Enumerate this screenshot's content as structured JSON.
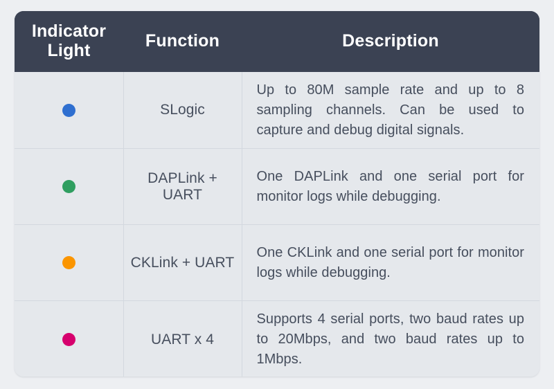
{
  "table": {
    "columns": [
      {
        "key": "indicator_light",
        "label": "Indicator Light"
      },
      {
        "key": "function",
        "label": "Function"
      },
      {
        "key": "description",
        "label": "Description"
      }
    ],
    "header_background": "#3b4253",
    "header_text_color": "#ffffff",
    "body_background": "#e5e8ec",
    "grid_line_color": "#d3d8df",
    "page_background": "#edeff2",
    "rows": [
      {
        "dot_color": "#2f6fd0",
        "dot_name": "blue-indicator-dot",
        "function": "SLogic",
        "description": "Up to 80M sample rate and up to 8 sampling channels. Can be used to capture and debug digital signals."
      },
      {
        "dot_color": "#2f9e60",
        "dot_name": "green-indicator-dot",
        "function": "DAPLink + UART",
        "description": "One DAPLink and one serial port for monitor logs while debugging."
      },
      {
        "dot_color": "#fb9500",
        "dot_name": "orange-indicator-dot",
        "function": "CKLink + UART",
        "description": "One CKLink and one serial port for monitor logs while debugging."
      },
      {
        "dot_color": "#d6006d",
        "dot_name": "pink-indicator-dot",
        "function": "UART x 4",
        "description": "Supports 4 serial ports, two baud rates up to 20Mbps, and two baud rates up to 1Mbps."
      }
    ]
  }
}
